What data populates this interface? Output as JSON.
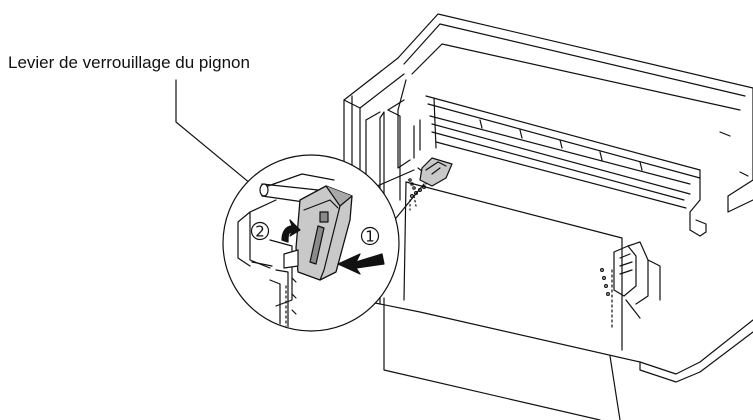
{
  "callout": {
    "label": "Levier de verrouillage du pignon"
  },
  "steps": [
    {
      "number": "1"
    },
    {
      "number": "2"
    }
  ],
  "colors": {
    "line": "#111111",
    "lever_fill": "#c9c9c9",
    "lever_dark": "#8a8a8a",
    "background": "#ffffff"
  }
}
